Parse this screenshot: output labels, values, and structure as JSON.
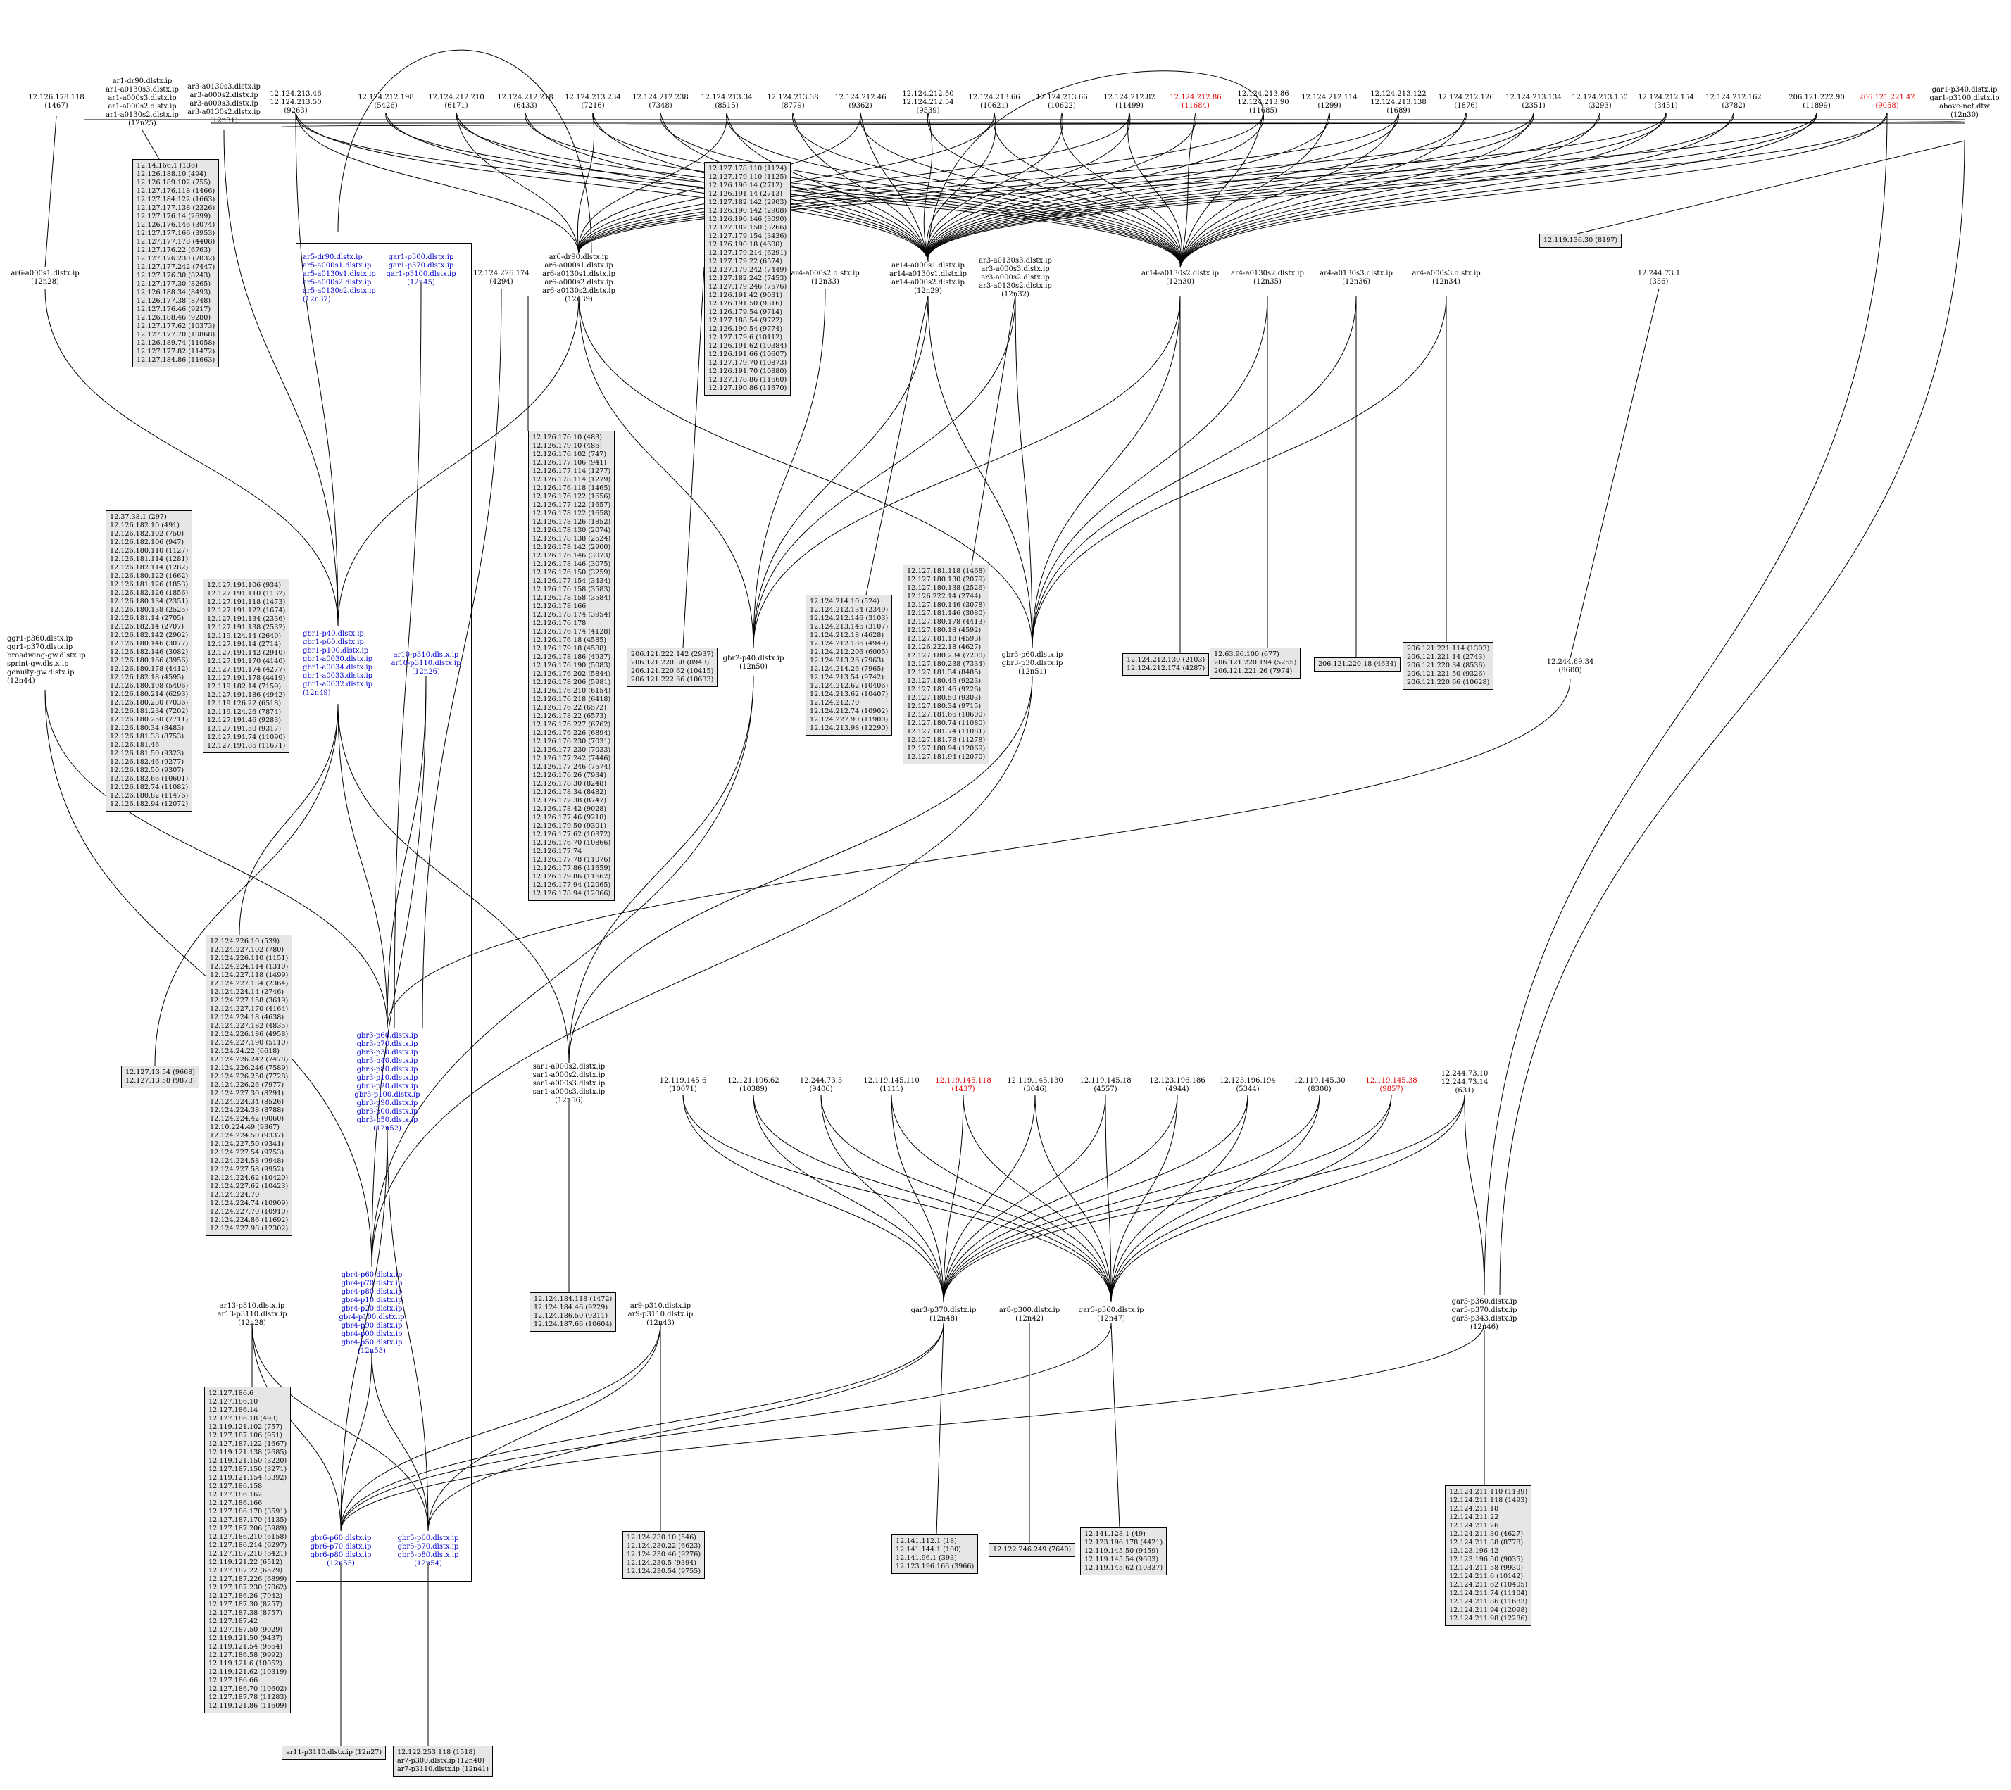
{
  "nodes": {
    "top_a": "12.126.178.118\n(1467)",
    "top_b": "ar1-dr90.dlstx.ip\nar1-a0130s3.dlstx.ip\nar1-a000s3.dlstx.ip\nar1-a000s2.dlstx.ip\nar1-a0130s2.dlstx.ip\n(12n25)",
    "top_c": "ar3-a0130s3.dlstx.ip\nar3-a000s2.dlstx.ip\nar3-a000s3.dlstx.ip\nar3-a0130s2.dlstx.ip\n(12n31)",
    "top_d": "12.124.213.46\n12.124.213.50\n(9263)",
    "top_e": "12.124.212.198\n(5426)",
    "top_f": "12.124.212.210\n(6171)",
    "top_g": "12.124.212.218\n(6433)",
    "top_h": "12.124.213.234\n(7216)",
    "top_i": "12.124.212.238\n(7348)",
    "top_j": "12.124.213.34\n(8515)",
    "top_k": "12.124.213.38\n(8779)",
    "top_l": "12.124.212.46\n(9362)",
    "top_m": "12.124.212.50\n12.124.212.54\n(9539)",
    "top_n": "12.124.213.66\n(10621)",
    "top_o": "12.124.213.66\n(10622)",
    "top_p": "12.124.212.82\n(11499)",
    "top_q": "12.124.212.86\n(11684)",
    "top_r": "12.124.213.86\n12.124.213.90\n(11685)",
    "top_s": "12.124.212.114\n(1299)",
    "top_t": "12.124.213.122\n12.124.213.138\n(1689)",
    "top_u": "12.124.212.126\n(1876)",
    "top_v": "12.124.213.134\n(2351)",
    "top_w": "12.124.213.150\n(3293)",
    "top_x": "12.124.212.154\n(3451)",
    "top_y": "12.124.212.162\n(3782)",
    "top_z": "206.121.222.90\n(11899)",
    "top_aa": "206.121.221.42\n(9058)",
    "top_ab": "gar1-p340.dlstx.ip\ngar1-p3100.dlstx.ip\nabove-net.dtw\n(12n30)",
    "mid_ar6": "ar6-a000s1.dlstx.ip\n(12n28)",
    "mid_cl1": "ar5-dr90.dlstx.ip\nar5-a000s1.dlstx.ip\nar5-a0130s1.dlstx.ip\nar5-a000s2.dlstx.ip\nar5-a0130s2.dlstx.ip\n(12n37)",
    "mid_cl2": "gar1-p300.dlstx.ip\ngar1-p370.dlstx.ip\ngar1-p3100.dlstx.ip\n(12n45)",
    "mid_174": "12.124.226.174\n(4294)",
    "mid_ar6b": "ar6-dr90.dlstx.ip\nar6-a000s1.dlstx.ip\nar6-a0130s1.dlstx.ip\nar6-a000s2.dlstx.ip\nar6-a0130s2.dlstx.ip\n(12n39)",
    "mid_ar4": "ar4-a000s2.dlstx.ip\n(12n33)",
    "mid_ar14": "ar14-a000s1.dlstx.ip\nar14-a0130s1.dlstx.ip\nar14-a000s2.dlstx.ip\n(12n29)",
    "mid_ar3": "ar3-a0130s3.dlstx.ip\nar3-a000s3.dlstx.ip\nar3-a000s2.dlstx.ip\nar3-a0130s2.dlstx.ip\n(12n32)",
    "mid_ar14b": "ar14-a0130s2.dlstx.ip\n(12n30)",
    "mid_ar4b": "ar4-a0130s2.dlstx.ip\n(12n35)",
    "mid_ar4c": "ar4-a0130s3.dlstx.ip\n(12n36)",
    "mid_ar4d": "ar4-a000s3.dlstx.ip\n(12n34)",
    "mid_244": "12.244.73.1\n(356)",
    "mid_gar_left": "ggr1-p360.dlstx.ip\nggr1-p370.dlstx.ip\nbroadwing-gw.dlstx.ip\nsprint-gw.dlstx.ip\ngenuity-gw.dlstx.ip\n(12n44)",
    "mid_gbr1": "gbr1-p40.dlstx.ip\ngbr1-p60.dlstx.ip\ngbr1-p100.dlstx.ip\ngbr1-a0030.dlstx.ip\ngbr1-a0034.dlstx.ip\ngbr1-a0033.dlstx.ip\ngbr1-a0032.dlstx.ip\n(12n49)",
    "mid_ar10": "ar10-p310.dlstx.ip\nar10-p3110.dlstx.ip\n(12n26)",
    "mid_gbr2": "gbr2-p40.dlstx.ip\n(12n50)",
    "mid_gbr3a": "gbr3-p60.dlstx.ip\ngbr3-p30.dlstx.ip\n(12n51)",
    "mid_6934": "12.244.69.34\n(8600)",
    "mid_gbr3": "gbr3-p60.dlstx.ip\ngbr3-p70.dlstx.ip\ngbr3-p30.dlstx.ip\ngbr3-p40.dlstx.ip\ngbr3-p80.dlstx.ip\ngbr3-p10.dlstx.ip\ngbr3-p20.dlstx.ip\ngbr3-p100.dlstx.ip\ngbr3-p90.dlstx.ip\ngbr3-p00.dlstx.ip\ngbr3-p50.dlstx.ip\n(12n52)",
    "mid_sar1": "sar1-a000s2.dlstx.ip\nsar1-a000s2.dlstx.ip\nsar1-a000s3.dlstx.ip\nsar1-a000s3.dlstx.ip\n(12n56)",
    "low_a": "12.119.145.6\n(10071)",
    "low_b": "12.121.196.62\n(10389)",
    "low_c": "12.244.73.5\n(9406)",
    "low_d": "12.119.145.110\n(1111)",
    "low_e": "12.119.145.118\n(1437)",
    "low_f": "12.119.145.130\n(3046)",
    "low_g": "12.119.145.18\n(4557)",
    "low_h": "12.123.196.186\n(4944)",
    "low_i": "12.123.196.194\n(5344)",
    "low_j": "12.119.145.30\n(8308)",
    "low_k": "12.119.145.38\n(9857)",
    "low_l": "12.244.73.10\n12.244.73.14\n(631)",
    "low_gbr4": "gbr4-p60.dlstx.ip\ngbr4-p70.dlstx.ip\ngbr4-p80.dlstx.ip\ngbr4-p10.dlstx.ip\ngbr4-p20.dlstx.ip\ngbr4-p100.dlstx.ip\ngbr4-p90.dlstx.ip\ngbr4-p00.dlstx.ip\ngbr4-p50.dlstx.ip\n(12n53)",
    "low_ar13": "ar13-p310.dlstx.ip\nar13-p3110.dlstx.ip\n(12n28)",
    "low_ar9": "ar9-p310.dlstx.ip\nar9-p3110.dlstx.ip\n(12n43)",
    "low_gar3a": "gar3-p370.dlstx.ip\n(12n48)",
    "low_ar8": "ar8-p300.dlstx.ip\n(12n42)",
    "low_gar3b": "gar3-p360.dlstx.ip\n(12n47)",
    "low_gar3c": "gar3-p360.dlstx.ip\ngar3-p370.dlstx.ip\ngar3-p343.dlstx.ip\n(12n46)",
    "low_gbr6": "gbr6-p60.dlstx.ip\ngbr6-p70.dlstx.ip\ngbr6-p80.dlstx.ip\n(12n55)",
    "low_gbr5": "gbr5-p60.dlstx.ip\ngbr5-p70.dlstx.ip\ngbr5-p80.dlstx.ip\n(12n54)"
  },
  "boxes": {
    "b1": "12.14.166.1 (136)\n12.126.188.10 (494)\n12.126.189.102 (755)\n12.127.176.118 (1466)\n12.127.184.122 (1663)\n12.127.177.138 (2326)\n12.127.176.14 (2699)\n12.126.176.146 (3074)\n12.127.177.166 (3953)\n12.127.177.178 (4408)\n12.127.176.22 (6763)\n12.127.176.230 (7032)\n12.127.177.242 (7447)\n12.127.176.30 (8243)\n12.127.177.30 (8265)\n12.126.188.34 (8493)\n12.126.177.38 (8748)\n12.127.176.46 (9217)\n12.126.188.46 (9280)\n12.127.177.62 (10373)\n12.127.177.70 (10868)\n12.126.189.74 (11058)\n12.127.177.82 (11472)\n12.127.184.86 (11663)",
    "b2": "12.127.178.110 (1124)\n12.127.179.110 (1125)\n12.126.190.14 (2712)\n12.126.191.14 (2713)\n12.127.182.142 (2903)\n12.126.190.142 (2908)\n12.126.190.146 (3090)\n12.127.182.150 (3266)\n12.127.179.154 (3436)\n12.126.190.18 (4600)\n12.127.179.214 (6291)\n12.127.179.22 (6574)\n12.127.179.242 (7449)\n12.127.182.242 (7453)\n12.127.179.246 (7576)\n12.126.191.42 (9031)\n12.126.191.50 (9316)\n12.126.179.54 (9714)\n12.127.188.54 (9722)\n12.126.190.54 (9774)\n12.127.179.6 (10112)\n12.126.191.62 (10384)\n12.126.191.66 (10607)\n12.127.179.70 (10873)\n12.126.191.70 (10880)\n12.127.178.86 (11660)\n12.127.190.86 (11670)",
    "b3": "12.37.38.1 (297)\n12.126.182.10 (491)\n12.126.182.102 (750)\n12.126.182.106 (947)\n12.126.180.110 (1127)\n12.126.181.114 (1281)\n12.126.182.114 (1282)\n12.126.180.122 (1662)\n12.126.181.126 (1853)\n12.126.182.126 (1856)\n12.126.180.134 (2351)\n12.126.180.138 (2525)\n12.126.181.14 (2705)\n12.126.182.14 (2707)\n12.126.182.142 (2902)\n12.126.180.146 (3077)\n12.126.182.146 (3082)\n12.126.180.166 (3956)\n12.126.180.178 (4412)\n12.126.182.18 (4595)\n12.126.180.198 (5406)\n12.126.180.214 (6293)\n12.126.180.230 (7036)\n12.126.181.234 (7202)\n12.126.180.250 (7711)\n12.126.180.34 (8483)\n12.126.181.38 (8753)\n12.126.181.46\n12.126.181.50 (9323)\n12.126.182.46 (9277)\n12.126.182.50 (9307)\n12.126.182.66 (10601)\n12.126.182.74 (11082)\n12.126.180.82 (11476)\n12.126.182.94 (12072)",
    "b4": "12.127.191.106 (934)\n12.127.191.110 (1132)\n12.127.191.118 (1473)\n12.127.191.122 (1674)\n12.127.191.134 (2336)\n12.127.191.138 (2532)\n12.119.124.14 (2640)\n12.127.191.14 (2714)\n12.127.191.142 (2910)\n12.127.191.170 (4140)\n12.127.191.174 (4277)\n12.127.191.178 (4419)\n12.119.182.14 (7159)\n12.127.191.186 (4942)\n12.119.126.22 (6518)\n12.119.124.26 (7874)\n12.127.191.46 (9283)\n12.127.191.50 (9317)\n12.127.191.74 (11090)\n12.127.191.86 (11671)",
    "b5": "12.126.176.10 (483)\n12.126.179.10 (486)\n12.126.176.102 (747)\n12.126.177.106 (941)\n12.126.177.114 (1277)\n12.126.178.114 (1279)\n12.126.176.118 (1465)\n12.126.176.122 (1656)\n12.126.177.122 (1657)\n12.126.178.122 (1658)\n12.126.178.126 (1852)\n12.126.178.130 (2074)\n12.126.178.138 (2524)\n12.126.178.142 (2900)\n12.126.176.146 (3073)\n12.126.178.146 (3075)\n12.126.176.150 (3259)\n12.126.177.154 (3434)\n12.126.176.158 (3583)\n12.126.178.158 (3584)\n12.126.178.166\n12.126.178.174 (3954)\n12.126.176.178\n12.126.176.174 (4128)\n12.126.176.18 (4585)\n12.126.179.18 (4588)\n12.126.178.186 (4937)\n12.126.176.190 (5083)\n12.126.176.202 (5844)\n12.126.178.206 (5981)\n12.126.176.210 (6154)\n12.126.176.218 (6418)\n12.126.176.22 (6572)\n12.126.178.22 (6573)\n12.126.176.227 (6762)\n12.126.176.226 (6894)\n12.126.176.230 (7031)\n12.126.177.230 (7033)\n12.126.177.242 (7446)\n12.126.177.246 (7574)\n12.126.176.26 (7934)\n12.126.178.30 (8248)\n12.126.178.34 (8482)\n12.126.177.38 (8747)\n12.126.178.42 (9028)\n12.126.177.46 (9218)\n12.126.179.50 (9301)\n12.126.177.62 (10372)\n12.126.176.70 (10866)\n12.126.177.74\n12.126.177.78 (11076)\n12.126.177.86 (11659)\n12.126.179.86 (11662)\n12.126.177.94 (12065)\n12.126.178.94 (12066)",
    "b6": "206.121.222.142 (2937)\n206.121.220.38 (8943)\n206.121.220.62 (10415)\n206.121.222.66 (10633)",
    "b7": "12.124.214.10 (524)\n12.124.212.134 (2349)\n12.124.212.146 (3103)\n12.124.213.146 (3107)\n12.124.212.18 (4628)\n12.124.212.186 (4949)\n12.124.212.206 (6005)\n12.124.213.26 (7963)\n12.124.214.26 (7965)\n12.124.213.54 (9742)\n12.124.212.62 (10406)\n12.124.213.62 (10407)\n12.124.212.70\n12.124.212.74 (10902)\n12.124.227.90 (11900)\n12.124.213.98 (12290)",
    "b8": "12.127.181.118 (1468)\n12.127.180.130 (2079)\n12.127.180.138 (2526)\n12.126.222.14 (2744)\n12.127.180.146 (3078)\n12.127.181.146 (3080)\n12.127.180.178 (4413)\n12.127.180.18 (4592)\n12.127.181.18 (4593)\n12.126.222.18 (4627)\n12.127.180.234 (7200)\n12.127.180.238 (7334)\n12.127.181.34 (8485)\n12.127.180.46 (9223)\n12.127.181.46 (9226)\n12.127.180.50 (9303)\n12.127.180.34 (9715)\n12.127.181.66 (10600)\n12.127.180.74 (11080)\n12.127.181.74 (11081)\n12.127.181.78 (11278)\n12.127.180.94 (12069)\n12.127.181.94 (12070)",
    "b9": "12.124.212.130 (2103)\n12.124.212.174 (4287)",
    "b10": "12.63.96.100 (677)\n206.121.220.194 (5255)\n206.121.221.26 (7974)",
    "b11": "206.121.220.18 (4634)",
    "b12": "206.121.221.114 (1303)\n206.121.221.14 (2743)\n206.121.220.34 (8536)\n206.121.221.50 (9326)\n206.121.220.66 (10628)",
    "b13": "12.119.136.30 (8197)",
    "b14": "12.124.226.10 (539)\n12.124.227.102 (780)\n12.124.226.110 (1151)\n12.124.224.114 (1310)\n12.124.227.118 (1499)\n12.124.227.134 (2364)\n12.124.224.14 (2746)\n12.124.227.158 (3619)\n12.124.227.170 (4164)\n12.124.224.18 (4638)\n12.124.227.182 (4835)\n12.124.226.186 (4958)\n12.124.227.190 (5110)\n12.124.24.22 (6618)\n12.124.226.242 (7478)\n12.124.226.246 (7589)\n12.124.226.250 (7728)\n12.124.226.26 (7977)\n12.124.227.30 (8291)\n12.124.224.34 (8526)\n12.124.224.38 (8788)\n12.124.224.42 (9060)\n12.10.224.49 (9367)\n12.124.224.50 (9337)\n12.124.227.50 (9341)\n12.124.227.54 (9753)\n12.124.224.58 (9948)\n12.124.227.58 (9952)\n12.124.224.62 (10420)\n12.124.227.62 (10423)\n12.124.224.70\n12.124.224.74 (10909)\n12.124.227.70 (10910)\n12.124.224.86 (11692)\n12.124.227.98 (12302)",
    "b15": "12.127.13.54 (9668)\n12.127.13.58 (9873)",
    "b16": "12.124.184.118 (1472)\n12.124.184.46 (9229)\n12.124.186.50 (9311)\n12.124.187.66 (10604)",
    "b17": "12.127.186.6\n12.127.186.10\n12.127.186.14\n12.127.186.18 (493)\n12.119.121.102 (757)\n12.127.187.106 (951)\n12.127.187.122 (1667)\n12.119.121.138 (2685)\n12.119.121.150 (3220)\n12.127.187.150 (3271)\n12.119.121.154 (3392)\n12.127.186.158\n12.127.186.162\n12.127.186.166\n12.127.186.170 (3591)\n12.127.187.170 (4135)\n12.127.187.206 (5989)\n12.127.186.210 (6158)\n12.127.186.214 (6297)\n12.127.187.218 (6421)\n12.119.121.22 (6512)\n12.127.187.22 (6579)\n12.127.187.226 (6899)\n12.127.187.230 (7062)\n12.127.186.26 (7942)\n12.127.187.30 (8257)\n12.127.187.38 (8757)\n12.127.187.42\n12.127.187.50 (9029)\n12.119.121.50 (9437)\n12.119.121.54 (9664)\n12.127.186.58 (9992)\n12.119.121.6 (10052)\n12.119.121.62 (10319)\n12.127.186.66\n12.127.186.70 (10602)\n12.127.187.78 (11283)\n12.119.121.86 (11609)",
    "b18": "12.124.230.10 (546)\n12.124.230.22 (6623)\n12.124.230.46 (9276)\n12.124.230.5 (9394)\n12.124.230.54 (9755)",
    "b19": "12.141.112.1 (18)\n12.141.144.1 (100)\n12.141.96.1 (393)\n12.123.196.166 (3966)",
    "b20": "12.122.246.249 (7640)",
    "b21": "12.141.128.1 (49)\n12.123.196.178 (4421)\n12.119.145.50 (9459)\n12.119.145.54 (9603)\n12.119.145.62 (10337)",
    "b22": "12.124.211.110 (1139)\n12.124.211.118 (1493)\n12.124.211.18\n12.124.211.22\n12.124.211.26\n12.124.211.30 (4627)\n12.124.211.38 (8778)\n12.123.196.42\n12.123.196.50 (9035)\n12.124.211.58 (9930)\n12.124.211.6 (10142)\n12.124.211.62 (10405)\n12.124.211.74 (11104)\n12.124.211.86 (11683)\n12.124.211.94 (12098)\n12.124.211.98 (12286)",
    "b23": "ar11-p3110.dlstx.ip (12n27)",
    "b24": "12.122.253.118 (1518)\nar7-p300.dlstx.ip (12n40)\nar7-p3110.dlstx.ip (12n41)"
  }
}
